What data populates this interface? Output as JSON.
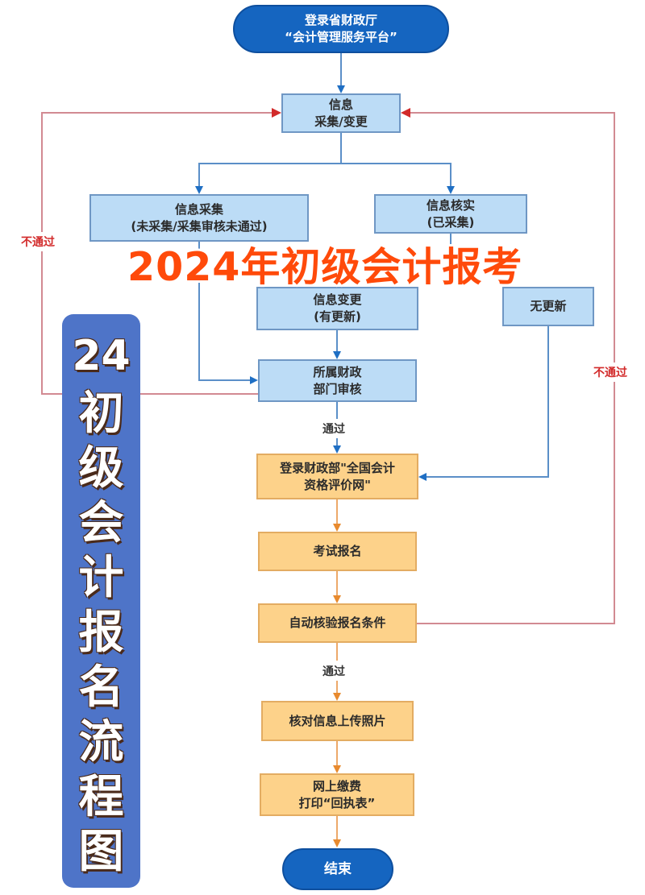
{
  "overlay": {
    "title": "2024年初级会计报考",
    "side_banner": [
      "24",
      "初",
      "级",
      "会",
      "计",
      "报",
      "名",
      "流",
      "程",
      "图"
    ]
  },
  "flowchart": {
    "start": {
      "line1": "登录省财政厅",
      "line2": "“会计管理服务平台”"
    },
    "info_update": {
      "line1": "信息",
      "line2": "采集/变更"
    },
    "info_collect": {
      "line1": "信息采集",
      "line2": "(未采集/采集审核未通过)"
    },
    "info_verify": {
      "line1": "信息核实",
      "line2": "(已采集)"
    },
    "info_change": {
      "line1": "信息变更",
      "line2": "(有更新)"
    },
    "no_update": {
      "line1": "无更新"
    },
    "finance_review": {
      "line1": "所属财政",
      "line2": "部门审核"
    },
    "login_national": {
      "line1": "登录财政部\"全国会计",
      "line2": "资格评价网\""
    },
    "exam_register": {
      "line1": "考试报名"
    },
    "auto_check": {
      "line1": "自动核验报名条件"
    },
    "upload_photo": {
      "line1": "核对信息上传照片"
    },
    "payment": {
      "line1": "网上缴费",
      "line2": "打印“回执表”"
    },
    "end": {
      "line1": "结束"
    },
    "labels": {
      "fail_left": "不通过",
      "fail_right": "不通过",
      "pass_1": "通过",
      "pass_2": "通过"
    },
    "colors": {
      "blue_flow": "#1f6fc4",
      "orange_flow": "#e88a2e",
      "red_flow": "#c94a55",
      "pill_blue": "#1565c0",
      "box_blue": "#bcdcf6",
      "box_orange": "#fdd28a",
      "title_orange": "#ff4a0a",
      "banner_blue": "#4e74c8"
    }
  }
}
